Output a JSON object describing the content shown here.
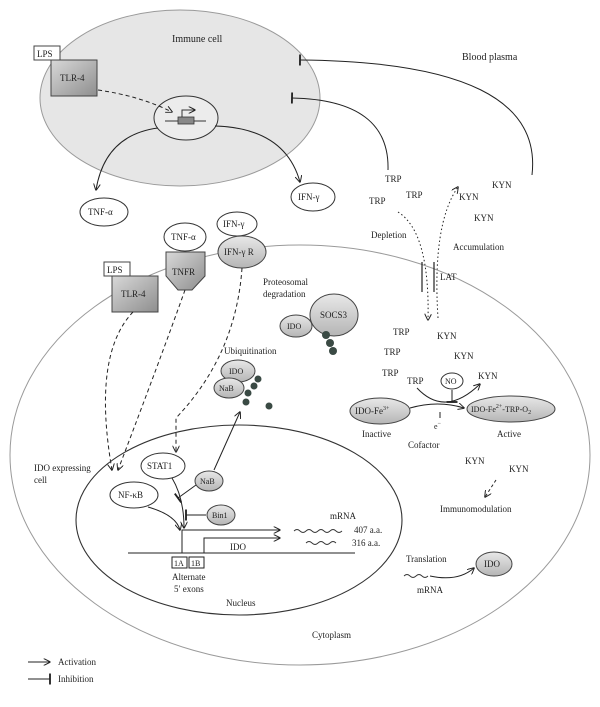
{
  "labels": {
    "immune_cell": "Immune cell",
    "blood_plasma": "Blood plasma",
    "lps_top": "LPS",
    "tlr4_top": "TLR-4",
    "tnf_a_free": "TNF-α",
    "ifn_g_free": "IFN-γ",
    "tnf_a_bound": "TNF-α",
    "tnfr": "TNFR",
    "ifn_g_bound": "IFN-γ",
    "ifn_gr": "IFN-γ R",
    "lps_cell": "LPS",
    "tlr4_cell": "TLR-4",
    "proteosomal_1": "Proteosomal",
    "proteosomal_2": "degradation",
    "ido_socs": "IDO",
    "socs3": "SOCS3",
    "ubiquitination": "Ubiquitination",
    "ido_ub": "IDO",
    "nab_ub": "NaB",
    "ido_cell_1": "IDO expressing",
    "ido_cell_2": "cell",
    "stat1": "STAT1",
    "nab_nuc": "NaB",
    "nfkb": "NF-κB",
    "bin1": "Bin1",
    "mrna_nuc": "mRNA",
    "aa_407": "407 a.a.",
    "aa_316": "316 a.a.",
    "ido_gene": "IDO",
    "exon_1a": "1A",
    "exon_1b": "1B",
    "alternate": "Alternate",
    "exons": "5′ exons",
    "nucleus": "Nucleus",
    "cytoplasm": "Cytoplasm",
    "trp_1": "TRP",
    "trp_2": "TRP",
    "trp_3": "TRP",
    "kyn_1": "KYN",
    "kyn_2": "KYN",
    "kyn_3": "KYN",
    "depletion": "Depletion",
    "accumulation": "Accumulation",
    "lat": "LAT",
    "trp_in_1": "TRP",
    "trp_in_2": "TRP",
    "trp_in_3": "TRP",
    "trp_in_4": "TRP",
    "kyn_in_1": "KYN",
    "kyn_in_2": "KYN",
    "kyn_in_3": "KYN",
    "no": "NO",
    "ido_fe3": "IDO-Fe",
    "fe3_sup": "3+",
    "inactive": "Inactive",
    "ido_fe2": "IDO-Fe",
    "fe2_sup": "2+",
    "ido_fe2_rest": "-TRP-O",
    "o2_sub": "2",
    "active": "Active",
    "electron": "e",
    "electron_sup": "−",
    "cofactor": "Cofactor",
    "kyn_low_1": "KYN",
    "kyn_low_2": "KYN",
    "immunomodulation": "Immunomodulation",
    "translation": "Translation",
    "mrna_cyto": "mRNA",
    "ido_cyto": "IDO"
  },
  "legend": {
    "activation": "Activation",
    "inhibition": "Inhibition"
  },
  "colors": {
    "immune_cell_fill": "#e6e6e6",
    "box_fill": "#b8b8b8",
    "node_fill": "#d0d0d0",
    "dot_fill": "#3a4a44",
    "line": "#222222"
  }
}
